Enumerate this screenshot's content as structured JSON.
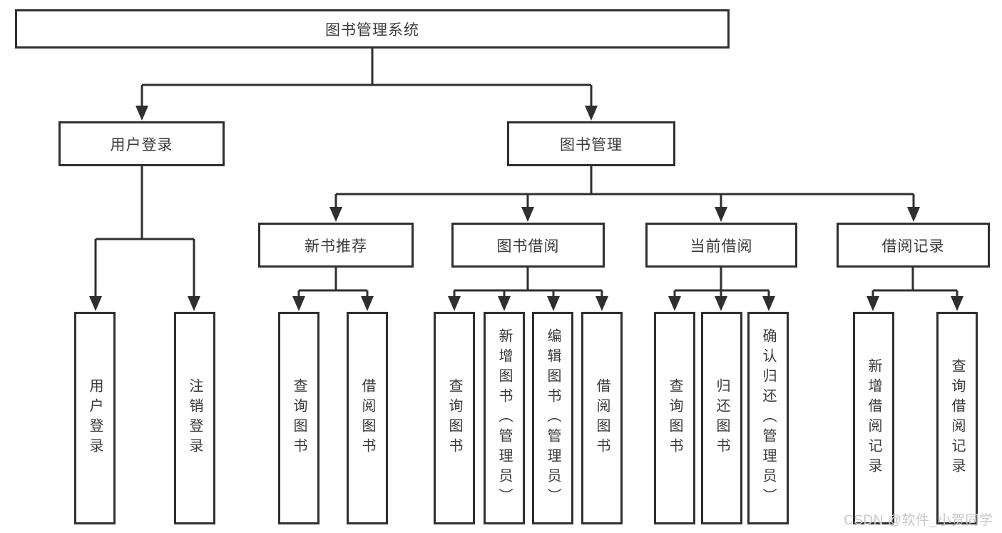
{
  "diagram": {
    "title": "图书管理系统",
    "root": {
      "label": "图书管理系统"
    },
    "level2": {
      "user_login": {
        "label": "用户登录"
      },
      "book_management": {
        "label": "图书管理"
      }
    },
    "level3": {
      "new_book_recommend": {
        "label": "新书推荐"
      },
      "book_borrow": {
        "label": "图书借阅"
      },
      "current_borrow": {
        "label": "当前借阅"
      },
      "borrow_records": {
        "label": "借阅记录"
      }
    },
    "leaves": {
      "user_login": [
        "用户登录",
        "注销登录"
      ],
      "new_book_recommend": [
        "查询图书",
        "借阅图书"
      ],
      "book_borrow": [
        "查询图书",
        "新增图书（管理员）",
        "编辑图书（管理员）",
        "借阅图书"
      ],
      "current_borrow": [
        "查询图书",
        "归还图书",
        "确认归还（管理员）"
      ],
      "borrow_records": [
        "新增借阅记录",
        "查询借阅记录"
      ]
    },
    "colors": {
      "line": "#2f2f2f",
      "text": "#3a3a3a",
      "background": "#ffffff",
      "watermark": "#c9c9c9"
    }
  },
  "watermark": {
    "text": "CSDN @软件_小贺同学"
  }
}
